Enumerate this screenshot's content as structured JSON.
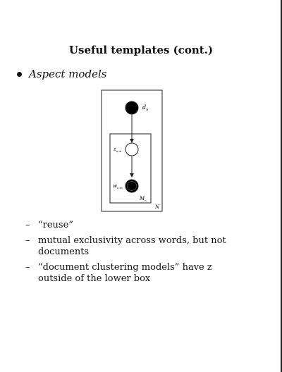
{
  "slide": {
    "title": "Useful templates (cont.)",
    "bullet": "Aspect models",
    "items": [
      "“reuse”",
      "mutual exclusivity across words, but not documents",
      "“document clustering models” have z outside of the lower box"
    ],
    "dash": "–"
  },
  "diagram": {
    "nodes": {
      "d": {
        "label": "d",
        "subscript": "n",
        "observed": true
      },
      "z": {
        "label": "z",
        "subscript": "n,m",
        "observed": false
      },
      "w": {
        "label": "w",
        "subscript": "n,m",
        "observed": true
      }
    },
    "plates": {
      "outer": {
        "label": "N"
      },
      "inner": {
        "label": "M",
        "subscript": "n"
      }
    },
    "colors": {
      "stroke": "#222222",
      "observed_fill": "#000000",
      "latent_fill": "#ffffff"
    }
  }
}
